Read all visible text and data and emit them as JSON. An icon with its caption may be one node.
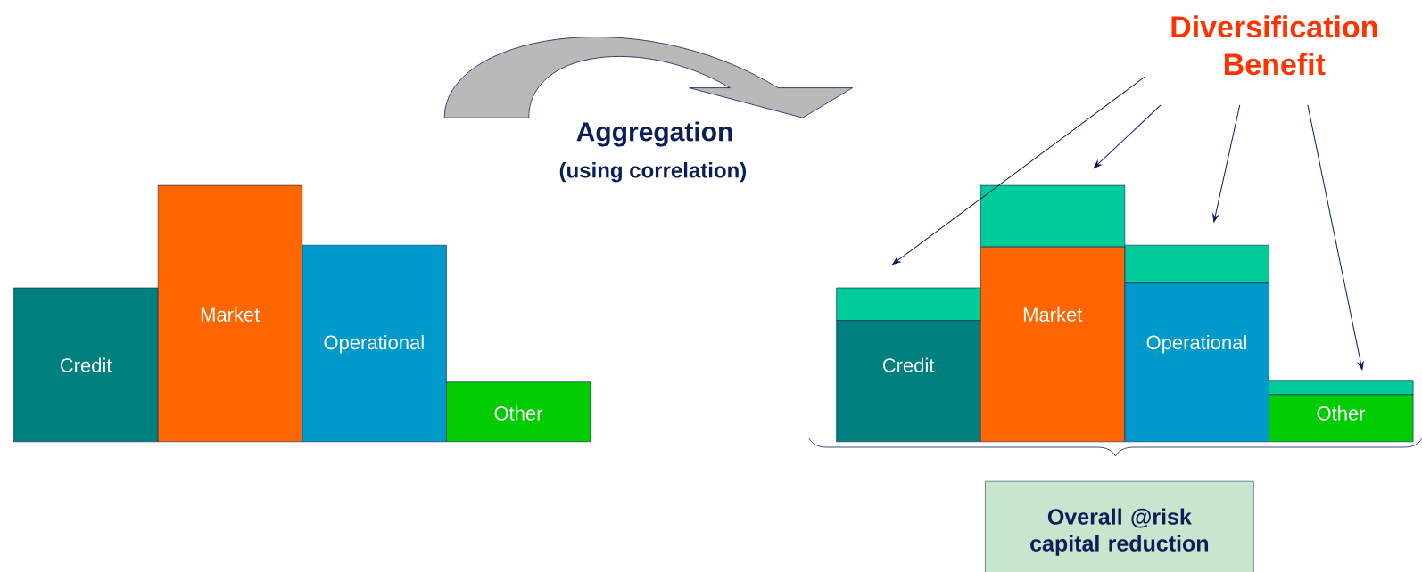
{
  "diagram": {
    "nodes": [
      {
        "text": [
          "Credit"
        ]
      },
      {
        "text": [
          "Market"
        ]
      },
      {
        "text": [
          "Operational"
        ]
      },
      {
        "text": [
          "Other"
        ]
      },
      {
        "text": [
          "Diversification Benefit"
        ]
      },
      {
        "text": [],
        "shape": "bar"
      },
      {
        "text": [
          "Credit"
        ]
      },
      {
        "text": [],
        "shape": "bar"
      },
      {
        "text": [
          "Market"
        ]
      },
      {
        "text": [],
        "shape": "bar"
      },
      {
        "text": [
          "Operational"
        ]
      },
      {
        "text": [],
        "shape": "bar"
      },
      {
        "text": [
          "Other"
        ]
      },
      {
        "text": [
          "Overall @risk capital reduction"
        ]
      }
    ],
    "edges": [
      {
        "from": 4,
        "to": 5,
        "arrow": "to"
      },
      {
        "from": 4,
        "to": 7,
        "arrow": "to"
      },
      {
        "from": 4,
        "to": 9,
        "arrow": "to"
      },
      {
        "from": 4,
        "to": 11,
        "arrow": "to"
      }
    ],
    "labels": [
      "Aggregation",
      "(using correlation)"
    ]
  }
}
